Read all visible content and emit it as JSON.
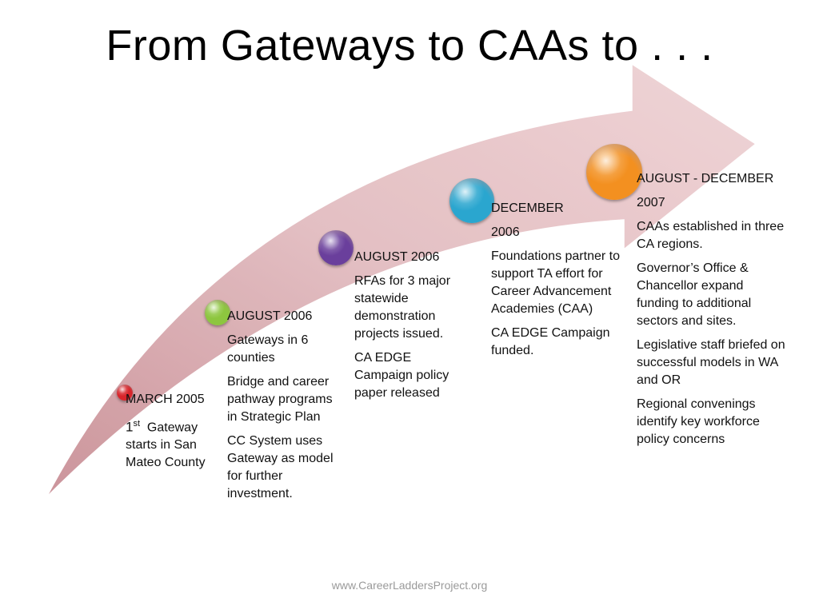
{
  "title": "From Gateways to CAAs to . . .",
  "footer": "www.CareerLaddersProject.org",
  "milestones": [
    {
      "date": "MARCH 2005",
      "sup_num": "1",
      "sup": "st",
      "text": "Gateway starts in San Mateo County",
      "color": "#d8252b"
    },
    {
      "date": "AUGUST 2006",
      "items": [
        "Gateways in 6 counties",
        "Bridge and career pathway programs  in Strategic Plan",
        "CC System uses Gateway as model for further investment."
      ],
      "color": "#8dc63f"
    },
    {
      "date": "AUGUST 2006",
      "items": [
        "RFAs for 3 major statewide demonstration projects issued.",
        "CA EDGE Campaign policy paper  released"
      ],
      "color": "#6a3f9c"
    },
    {
      "date": "DECEMBER",
      "year": "2006",
      "items": [
        "Foundations partner to support TA effort for Career Advancement Academies (CAA)",
        "CA EDGE Campaign funded."
      ],
      "color": "#2aa6cf"
    },
    {
      "date": "AUGUST - DECEMBER",
      "year": "2007",
      "items": [
        "CAAs established in three CA regions.",
        "Governor’s  Office & Chancellor expand funding to additional sectors and sites.",
        "Legislative staff briefed on successful models in WA and OR",
        "Regional convenings identify key workforce policy concerns"
      ],
      "color": "#f39020"
    }
  ]
}
